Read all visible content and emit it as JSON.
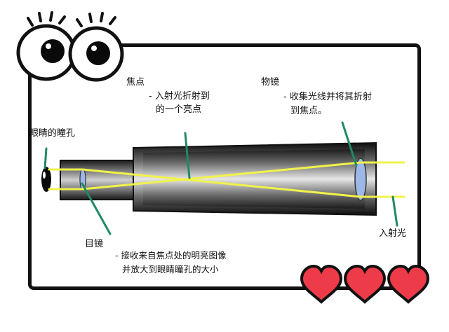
{
  "labels": {
    "focus_title": "焦点",
    "focus_line1": "- 入射光折射到",
    "focus_line2": "的一个亮点",
    "objective_title": "物镜",
    "objective_line1": "- 收集光线并将其折射",
    "objective_line2": "到焦点。",
    "pupil": "眼睛的瞳孔",
    "eyepiece_title": "目镜",
    "eyepiece_line1": "- 接收来自焦点处的明亮图像",
    "eyepiece_line2": "并放大到眼睛瞳孔的大小",
    "incoming_light": "入射光"
  },
  "icons": [
    "cartoon-eyes-icon",
    "heart-icon",
    "heart-icon",
    "heart-icon"
  ],
  "colors": {
    "light_ray": "#f2f24a",
    "pointer": "#1f8a63",
    "lens": "#9db7e8",
    "heart": "#ee3b49",
    "tube": "#1c1c1c"
  }
}
